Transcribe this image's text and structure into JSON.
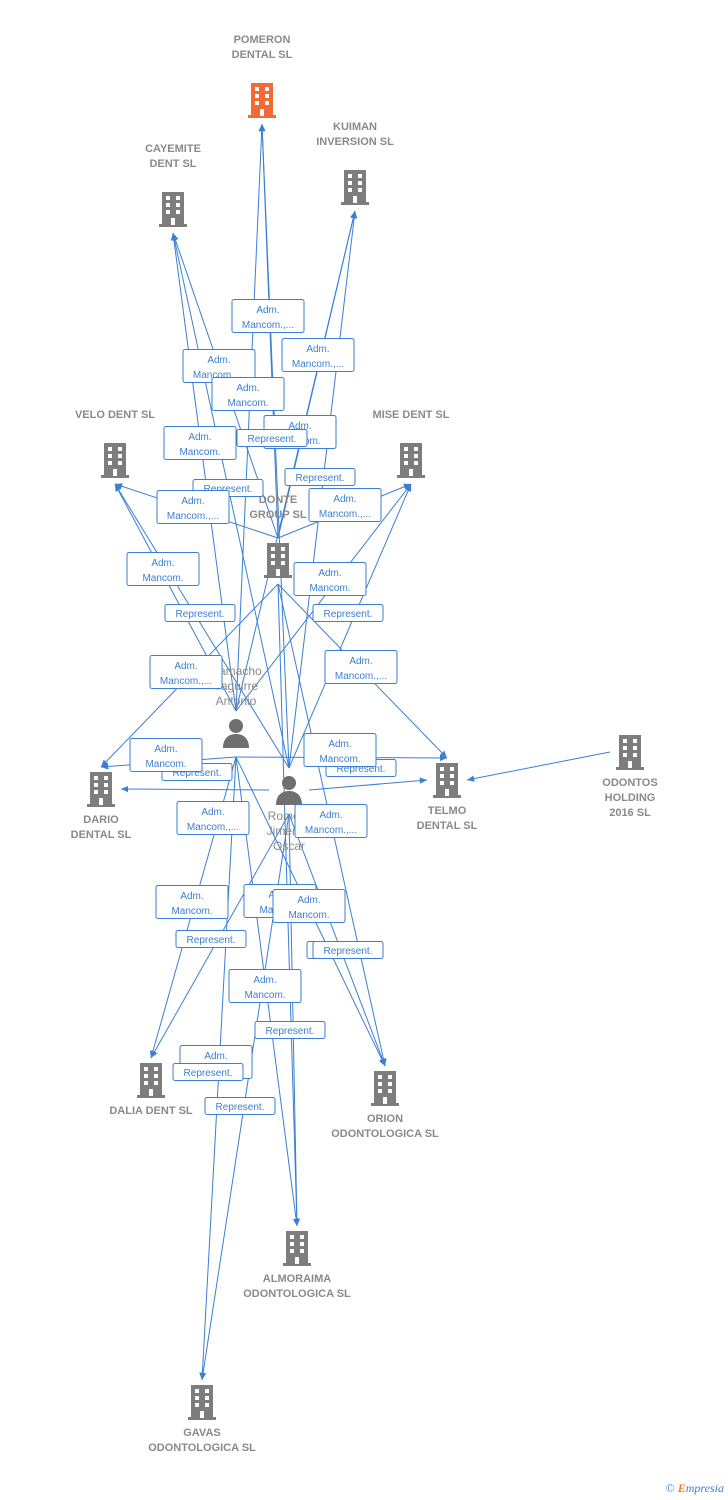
{
  "colors": {
    "edge": "#3a7fd5",
    "company": "#7d7d7d",
    "focus_company": "#f26b35",
    "person": "#6f6f6f"
  },
  "companies": [
    {
      "id": "pomeron",
      "lines": [
        "POMERON",
        "DENTAL  SL"
      ],
      "focus": true,
      "icon": "building-icon"
    },
    {
      "id": "kuiman",
      "lines": [
        "KUIMAN",
        "INVERSION SL"
      ],
      "icon": "building-icon"
    },
    {
      "id": "cayemite",
      "lines": [
        "CAYEMITE",
        "DENT SL"
      ],
      "icon": "building-icon"
    },
    {
      "id": "velo",
      "lines": [
        "VELO DENT SL"
      ],
      "icon": "building-icon"
    },
    {
      "id": "mise",
      "lines": [
        "MISE DENT SL"
      ],
      "icon": "building-icon"
    },
    {
      "id": "donte",
      "lines": [
        "DONTE",
        "GROUP  SL"
      ],
      "icon": "building-icon"
    },
    {
      "id": "dario",
      "lines": [
        "DARIO",
        "DENTAL SL"
      ],
      "icon": "building-icon"
    },
    {
      "id": "telmo",
      "lines": [
        "TELMO",
        "DENTAL SL"
      ],
      "icon": "building-icon"
    },
    {
      "id": "odontos",
      "lines": [
        "ODONTOS",
        "HOLDING",
        "2016  SL"
      ],
      "icon": "building-icon"
    },
    {
      "id": "dalia",
      "lines": [
        "DALIA DENT SL"
      ],
      "icon": "building-icon"
    },
    {
      "id": "orion",
      "lines": [
        "ORION",
        "ODONTOLOGICA SL"
      ],
      "icon": "building-icon"
    },
    {
      "id": "almoraima",
      "lines": [
        "ALMORAIMA",
        "ODONTOLOGICA SL"
      ],
      "icon": "building-icon"
    },
    {
      "id": "gavas",
      "lines": [
        "GAVAS",
        "ODONTOLOGICA SL"
      ],
      "icon": "building-icon"
    }
  ],
  "persons": [
    {
      "id": "camacho",
      "lines": [
        "Camacho",
        "Yaguirre",
        "Antonio"
      ],
      "icon": "person-icon"
    },
    {
      "id": "romero",
      "lines": [
        "Romero",
        "Jimenez",
        "Oscar"
      ],
      "icon": "person-icon"
    }
  ],
  "relations": [
    {
      "lines": [
        "Adm.",
        "Mancom.,..."
      ]
    },
    {
      "lines": [
        "Adm.",
        "Mancom.,..."
      ]
    },
    {
      "lines": [
        "Adm.",
        "Mancom.,..."
      ]
    },
    {
      "lines": [
        "Adm.",
        "Mancom."
      ]
    },
    {
      "lines": [
        "Adm.",
        "Mancom."
      ]
    },
    {
      "lines": [
        "Adm.",
        "Mancom."
      ]
    },
    {
      "lines": [
        "Represent."
      ]
    },
    {
      "lines": [
        "Represent."
      ]
    },
    {
      "lines": [
        "Represent."
      ]
    },
    {
      "lines": [
        "Adm.",
        "Mancom.,..."
      ]
    },
    {
      "lines": [
        "Adm.",
        "Mancom.,..."
      ]
    },
    {
      "lines": [
        "Adm.",
        "Mancom."
      ]
    },
    {
      "lines": [
        "Adm.",
        "Mancom."
      ]
    },
    {
      "lines": [
        "Represent."
      ]
    },
    {
      "lines": [
        "Represent."
      ]
    },
    {
      "lines": [
        "Adm.",
        "Mancom.,..."
      ]
    },
    {
      "lines": [
        "Adm.",
        "Mancom.,..."
      ]
    },
    {
      "lines": [
        "Represent."
      ]
    },
    {
      "lines": [
        "Adm.",
        "Mancom."
      ]
    },
    {
      "lines": [
        "Represent."
      ]
    },
    {
      "lines": [
        "Adm.",
        "Mancom."
      ]
    },
    {
      "lines": [
        "Represent."
      ]
    },
    {
      "lines": [
        "Represent."
      ]
    },
    {
      "lines": [
        "Adm.",
        "Mancom.,..."
      ]
    },
    {
      "lines": [
        "Adm.",
        "Mancom.,..."
      ]
    },
    {
      "lines": [
        "Adm.",
        "Mancom."
      ]
    },
    {
      "lines": [
        "Represent."
      ]
    },
    {
      "lines": [
        "Adm.",
        "Mancom."
      ]
    },
    {
      "lines": [
        "Adm.",
        "Mancom."
      ]
    },
    {
      "lines": [
        "Represent."
      ]
    },
    {
      "lines": [
        "Adm.",
        "Mancom."
      ]
    },
    {
      "lines": [
        "Represent."
      ]
    },
    {
      "lines": [
        "Adm.",
        "Mancom."
      ]
    },
    {
      "lines": [
        "Represent."
      ]
    }
  ],
  "footer": {
    "copyright": "©",
    "brand_initial": "E",
    "brand_rest": "mpresia"
  }
}
